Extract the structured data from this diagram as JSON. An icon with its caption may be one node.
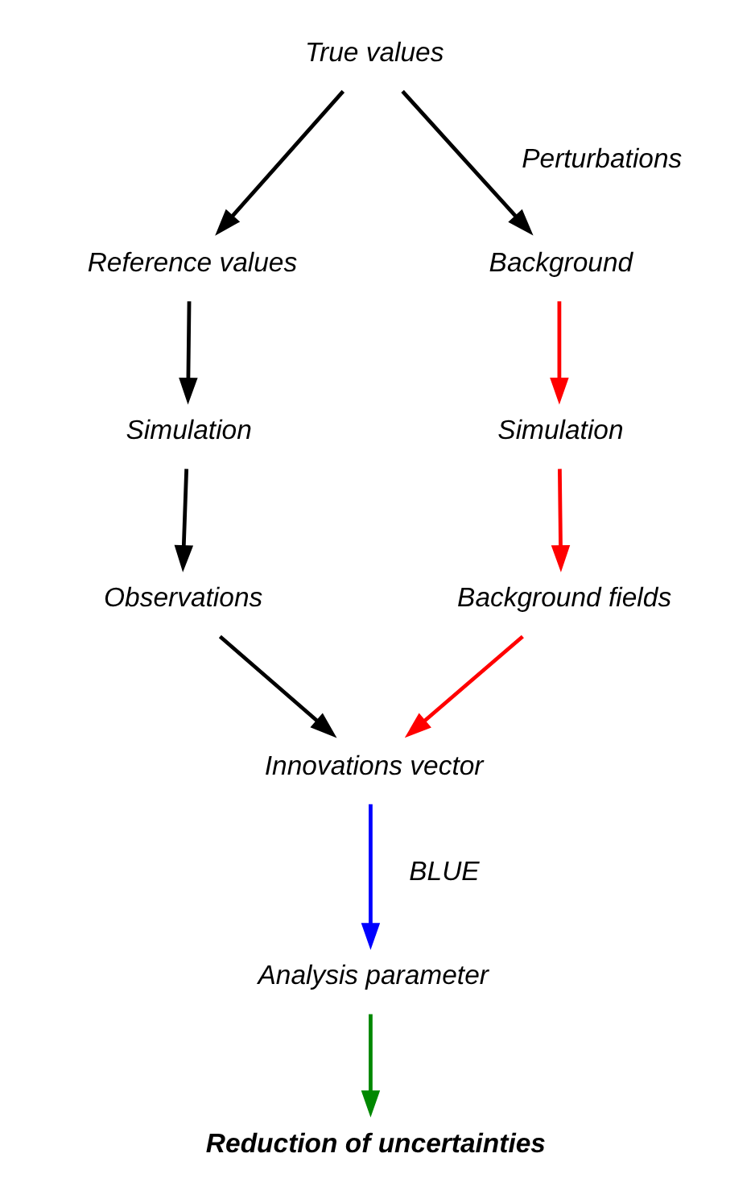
{
  "diagram": {
    "nodes": [
      {
        "text": [
          "True values"
        ]
      },
      {
        "text": [
          "Reference values"
        ]
      },
      {
        "text": [
          "Background"
        ]
      },
      {
        "text": [
          "Simulation"
        ]
      },
      {
        "text": [
          "Simulation"
        ]
      },
      {
        "text": [
          "Observations"
        ]
      },
      {
        "text": [
          "Background fields"
        ]
      },
      {
        "text": [
          "Innovations vector"
        ]
      },
      {
        "text": [
          "Analysis parameter"
        ]
      },
      {
        "text": [
          "Reduction of uncertainties"
        ]
      }
    ],
    "edges": [
      {
        "from": 0,
        "to": 1,
        "arrow": "to"
      },
      {
        "from": 0,
        "to": 2,
        "arrow": "to",
        "label": "Perturbations"
      },
      {
        "from": 1,
        "to": 3,
        "arrow": "to"
      },
      {
        "from": 2,
        "to": 4,
        "arrow": "to",
        "color": "#ff0000"
      },
      {
        "from": 3,
        "to": 5,
        "arrow": "to"
      },
      {
        "from": 4,
        "to": 6,
        "arrow": "to",
        "color": "#ff0000"
      },
      {
        "from": 5,
        "to": 7,
        "arrow": "to"
      },
      {
        "from": 6,
        "to": 7,
        "arrow": "to",
        "color": "#ff0000"
      },
      {
        "from": 7,
        "to": 8,
        "arrow": "to",
        "color": "#0000ff",
        "label": "BLUE"
      },
      {
        "from": 8,
        "to": 9,
        "arrow": "to",
        "color": "#008800"
      }
    ]
  }
}
